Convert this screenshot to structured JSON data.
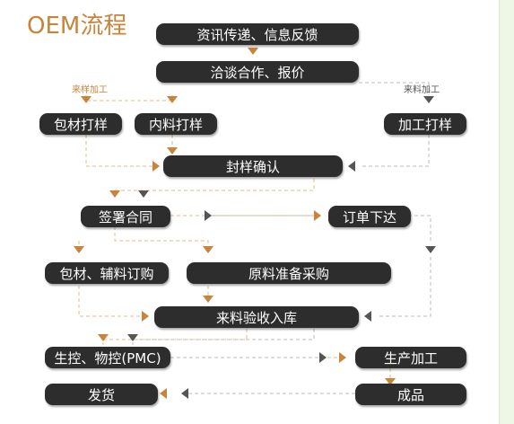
{
  "title": "OEM流程",
  "colors": {
    "box": "#2d2d2d",
    "accent": "#c8843a",
    "grey_arrow": "#555555",
    "dash": "#e3b98a",
    "grey_dash": "#bbbbbb"
  },
  "labels": {
    "left_sample": "来样加工",
    "right_sample": "来料加工"
  },
  "nodes": {
    "info": "资讯传递、信息反馈",
    "negotiate": "洽谈合作、报价",
    "packaging_sample": "包材打样",
    "content_sample": "内料打样",
    "processing_sample": "加工打样",
    "sample_confirm": "封样确认",
    "sign_contract": "签署合同",
    "place_order": "订单下达",
    "purchase_packaging": "包材、辅料订购",
    "raw_purchase": "原料准备采购",
    "incoming_inspection": "来料验收入库",
    "production_control": "生控、物控(PMC)",
    "production": "生产加工",
    "shipping": "发货",
    "finished_goods": "成品"
  }
}
